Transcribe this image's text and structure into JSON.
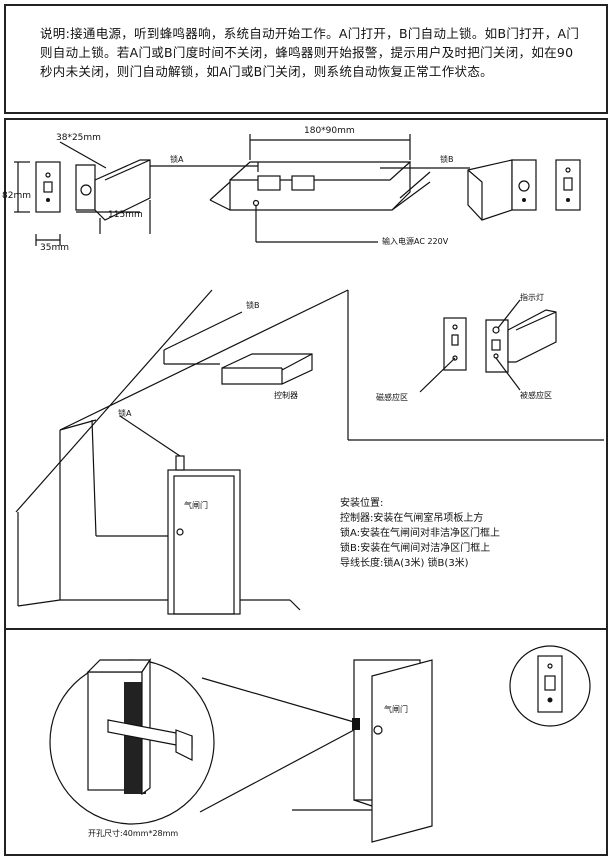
{
  "description": "说明:接通电源，听到蜂鸣器响，系统自动开始工作。A门打开，B门自动上锁。如B门打开，A门则自动上锁。若A门或B门度时间不关闭，蜂鸣器则开始报警，提示用户及时把门关闭，如在90秒内未关闭，则门自动解锁，如A门或B门关闭，则系统自动恢复正常工作状态。",
  "section1": {
    "lock_size": "38*25mm",
    "lock_height": "82mm",
    "lock_width": "35mm",
    "lock_depth": "115mm",
    "controller_size": "180*90mm",
    "lock_a": "锁A",
    "lock_b": "锁B",
    "power_input": "输入电源AC  220V"
  },
  "section2": {
    "lock_b": "锁B",
    "lock_a": "锁A",
    "controller": "控制器",
    "indicator": "指示灯",
    "magnetic_zone": "磁感应区",
    "sensed_zone": "被感应区",
    "door_label": "气闸门",
    "install_title": "安装位置:",
    "install_controller": "控制器:安装在气闸室吊项板上方",
    "install_lock_a": "锁A:安装在气闸间对非洁净区门框上",
    "install_lock_b": "锁B:安装在气闸间对洁净区门框上",
    "install_wire": "导线长度:锁A(3米)  锁B(3米)"
  },
  "section3": {
    "door_label": "气闸门",
    "hole_size": "开孔尺寸:40mm*28mm"
  }
}
